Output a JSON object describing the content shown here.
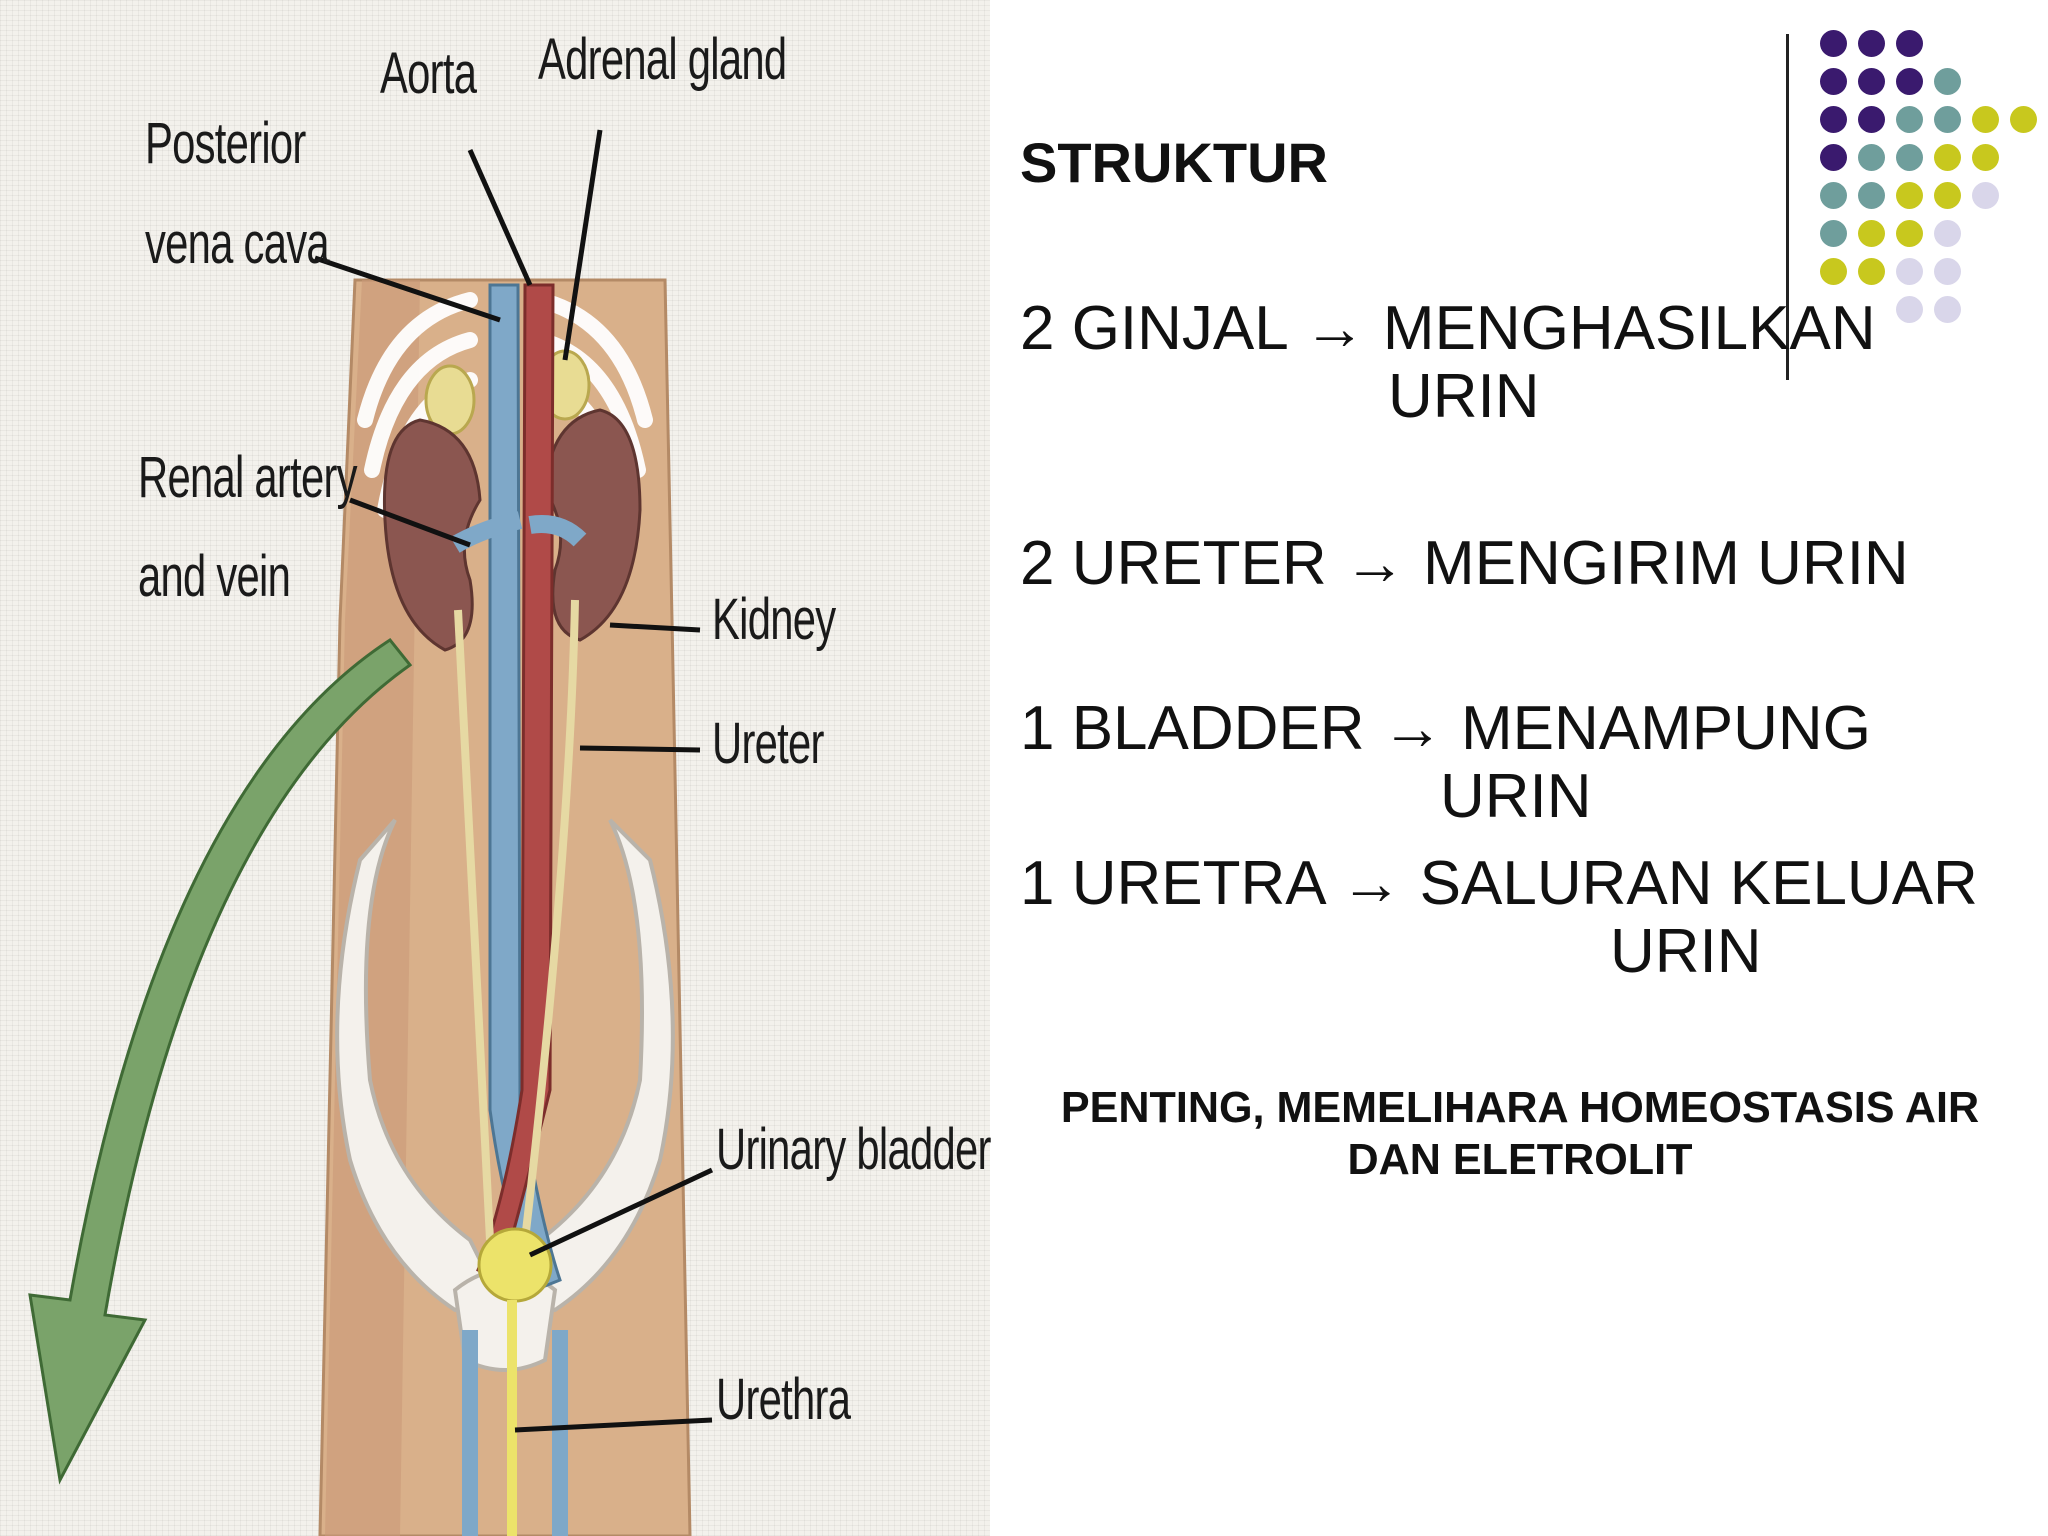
{
  "diagram": {
    "labels": {
      "aorta": "Aorta",
      "adrenal_gland": "Adrenal gland",
      "posterior_vena_cava_line1": "Posterior",
      "posterior_vena_cava_line2": "vena cava",
      "renal_artery_line1": "Renal artery",
      "renal_artery_line2": "and vein",
      "kidney": "Kidney",
      "ureter": "Ureter",
      "urinary_bladder": "Urinary bladder",
      "urethra": "Urethra"
    }
  },
  "slide": {
    "heading": "STRUKTUR",
    "items": [
      {
        "line1": "2 GINJAL → MENGHASILKAN",
        "line2": "URIN"
      },
      {
        "line1": "2 URETER →  MENGIRIM  URIN",
        "line2": ""
      },
      {
        "line1": "1 BLADDER → MENAMPUNG",
        "line2": "URIN"
      },
      {
        "line1": "1 URETRA →  SALURAN KELUAR",
        "line2": "URIN"
      }
    ],
    "note_line1": "PENTING, MEMELIHARA HOMEOSTASIS AIR",
    "note_line2": "DAN ELETROLIT"
  },
  "decoration": {
    "dot_colors": {
      "p": "#3a1a6e",
      "t": "#6f9e9c",
      "y": "#c8c81e",
      "l": "#d9d6ea"
    },
    "dot_rows": [
      "ppp",
      "pppt",
      "ppttyy",
      "pttyy",
      "ttyyl",
      "tyyl",
      "yyll",
      "ll"
    ]
  }
}
